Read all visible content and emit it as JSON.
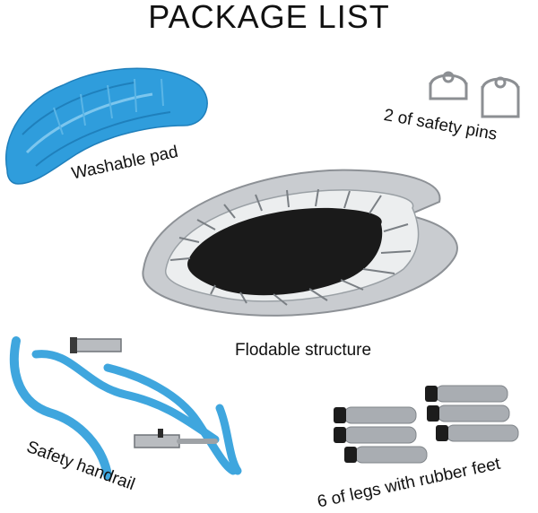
{
  "title": "PACKAGE LIST",
  "items": {
    "pad": "Washable pad",
    "pins": "2 of safety pins",
    "structure": "Flodable structure",
    "handrail": "Safety handrail",
    "legs": "6 of legs with rubber feet"
  },
  "colors": {
    "pad_blue": "#2f9ddc",
    "frame_silver": "#c9ccd0",
    "mat_black": "#1a1a1a",
    "handrail_blue": "#3fa6de",
    "leg_silver": "#a9adb2",
    "rubber_foot": "#1c1c1c"
  }
}
